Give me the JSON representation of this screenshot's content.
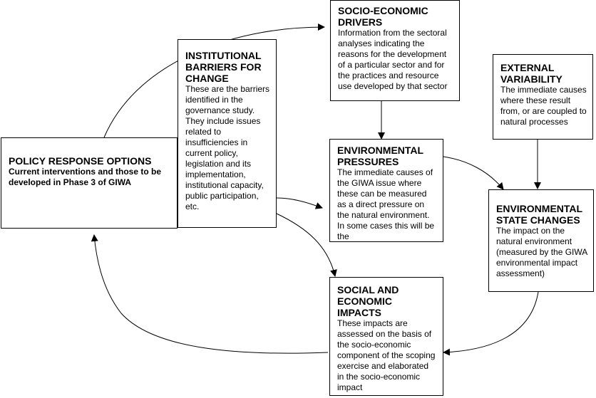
{
  "nodes": {
    "policy": {
      "title": "POLICY RESPONSE OPTIONS",
      "body": "Current interventions and those to be developed in Phase 3 of GIWA"
    },
    "institutional": {
      "title": "INSTITUTIONAL BARRIERS FOR CHANGE",
      "body": "These are the barriers identified in the governance study. They include issues related to insufficiencies in current policy, legislation and its implementation, institutional capacity, public participation, etc."
    },
    "socio": {
      "title": "SOCIO-ECONOMIC DRIVERS",
      "body": "Information from the sectoral analyses indicating the reasons for the development of a particular sector and for the practices and resource use developed by that sector"
    },
    "external": {
      "title": "EXTERNAL VARIABILITY",
      "body": "The immediate causes where these result from, or are coupled to natural processes"
    },
    "pressures": {
      "title": "ENVIRONMENTAL PRESSURES",
      "body": "The immediate causes of the GIWA issue where these can be measured as a direct pressure on the natural environment. In some cases this will be the"
    },
    "state": {
      "title": "ENVIRONMENTAL STATE CHANGES",
      "body": "The impact on the natural environment (measured by the GIWA environmental impact assessment)"
    },
    "impacts": {
      "title": "SOCIAL AND ECONOMIC IMPACTS",
      "body": "These impacts are assessed on the basis of the socio-economic component of the scoping exercise and elaborated in the socio-economic impact"
    }
  }
}
